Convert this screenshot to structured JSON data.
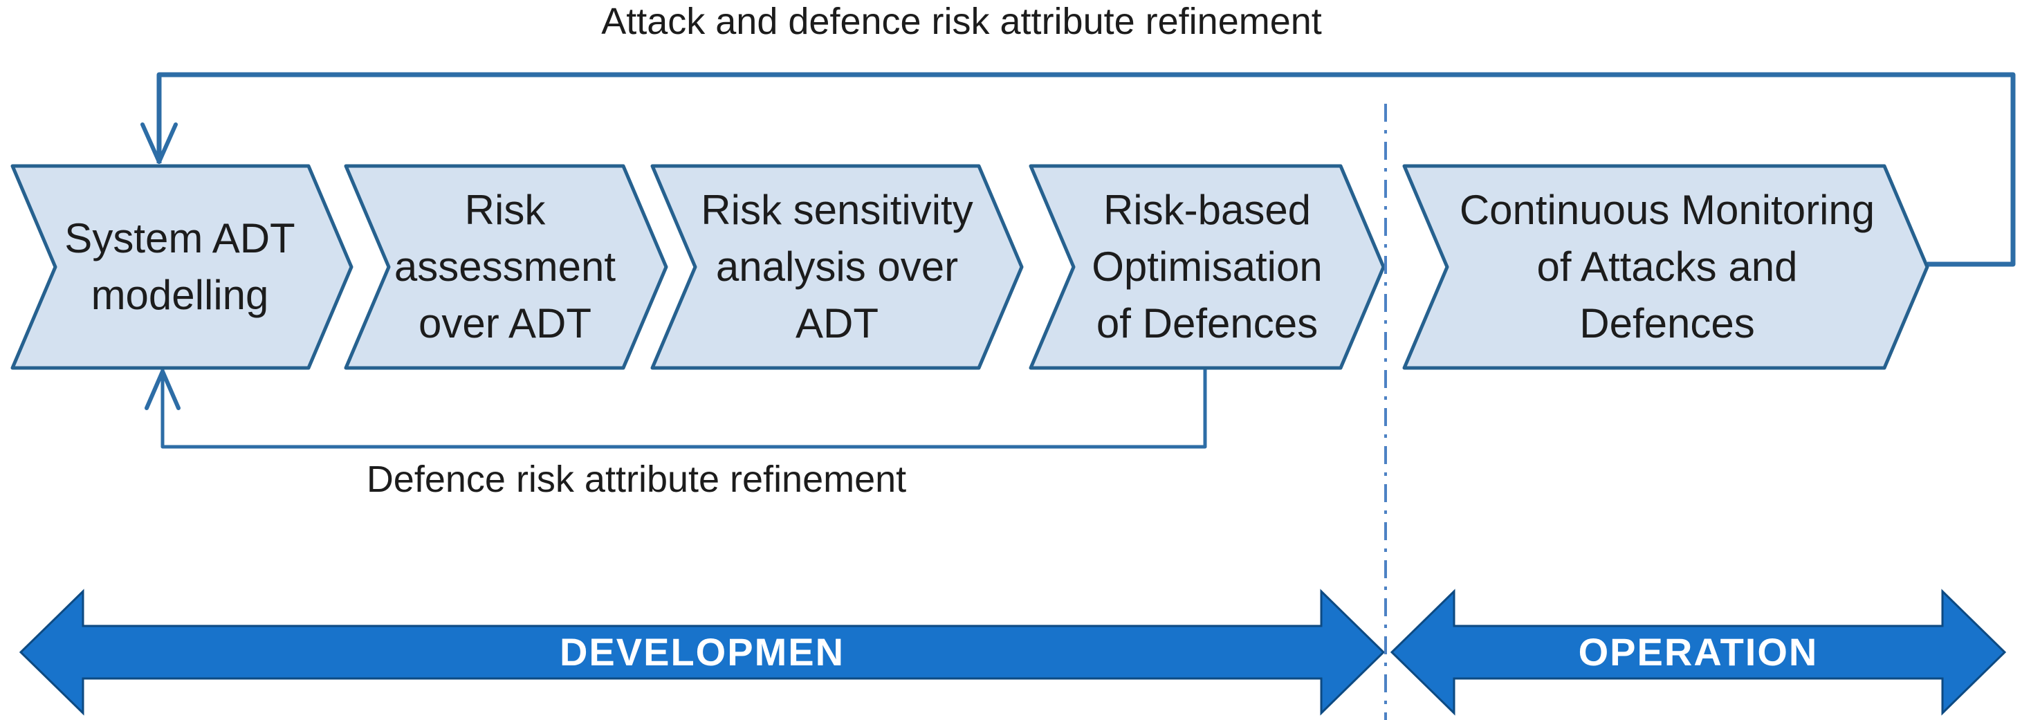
{
  "diagram": {
    "top_feedback_label": "Attack and defence risk attribute refinement",
    "bottom_feedback_label": "Defence risk attribute refinement",
    "steps": [
      {
        "label": "System ADT\nmodelling"
      },
      {
        "label": "Risk\nassessment\nover ADT"
      },
      {
        "label": "Risk sensitivity\nanalysis over\nADT"
      },
      {
        "label": "Risk-based\nOptimisation\nof Defences"
      },
      {
        "label": "Continuous Monitoring\nof Attacks and\nDefences"
      }
    ],
    "phases": [
      {
        "label": "DEVELOPMEN"
      },
      {
        "label": "OPERATION"
      }
    ]
  },
  "colors": {
    "chevron_fill": "#d4e1f0",
    "chevron_border": "#26618f",
    "connector": "#2d6da6",
    "divider": "#4d82c4",
    "phase_fill": "#1873cb",
    "phase_border": "#0d4a82",
    "text_dark": "#1c1c1c",
    "phase_text": "#ffffff"
  }
}
